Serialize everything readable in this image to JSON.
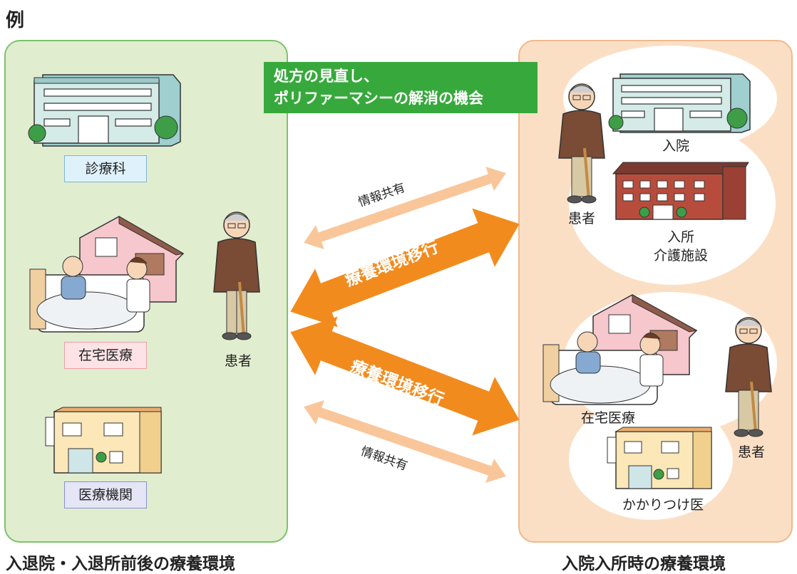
{
  "title": "例",
  "callout": {
    "line1": "処方の見直し、",
    "line2": "ポリファーマシーの解消の機会"
  },
  "left_panel": {
    "caption": "入退院・入退所前後の療養環境",
    "clinic_label": "診療科",
    "home_care_label": "在宅医療",
    "medical_institution_label": "医療機関",
    "patient_label": "患者"
  },
  "right_panel": {
    "caption": "入院入所時の療養環境",
    "hospital_label": "入院",
    "facility_label_line1": "入所",
    "facility_label_line2": "介護施設",
    "patient_label_top": "患者",
    "home_care_label": "在宅医療",
    "family_doctor_label": "かかりつけ医",
    "patient_label_bottom": "患者"
  },
  "arrows": {
    "info_top": "情報共有",
    "transition_top": "療養環境移行",
    "transition_bottom": "療養環境移行",
    "info_bottom": "情報共有"
  },
  "colors": {
    "left_panel_bg": "#e1edcf",
    "right_panel_bg": "#fbdfc5",
    "callout_bg": "#37a93c",
    "transition_arrow": "#f28b1e",
    "info_arrow": "#f9c69a"
  }
}
